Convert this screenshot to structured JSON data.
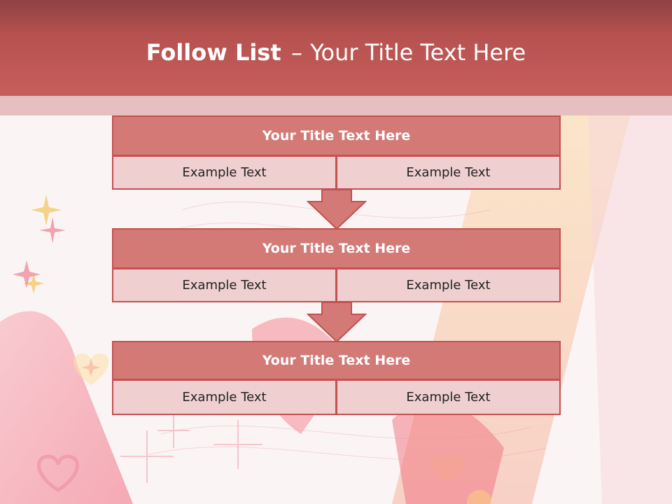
{
  "slide": {
    "title_bold": "Follow List",
    "title_separator": "–",
    "title_rest": "Your Title Text Here"
  },
  "blocks": [
    {
      "title": "Your Title Text Here",
      "left": "Example Text",
      "right": "Example Text"
    },
    {
      "title": "Your Title Text Here",
      "left": "Example Text",
      "right": "Example Text"
    },
    {
      "title": "Your Title Text Here",
      "left": "Example Text",
      "right": "Example Text"
    }
  ],
  "colors": {
    "header": "#c75f5c",
    "title_cell": "#d37a77",
    "body_cell": "#efcfcf",
    "border": "#c4504f",
    "arrow": "#d37a77"
  }
}
